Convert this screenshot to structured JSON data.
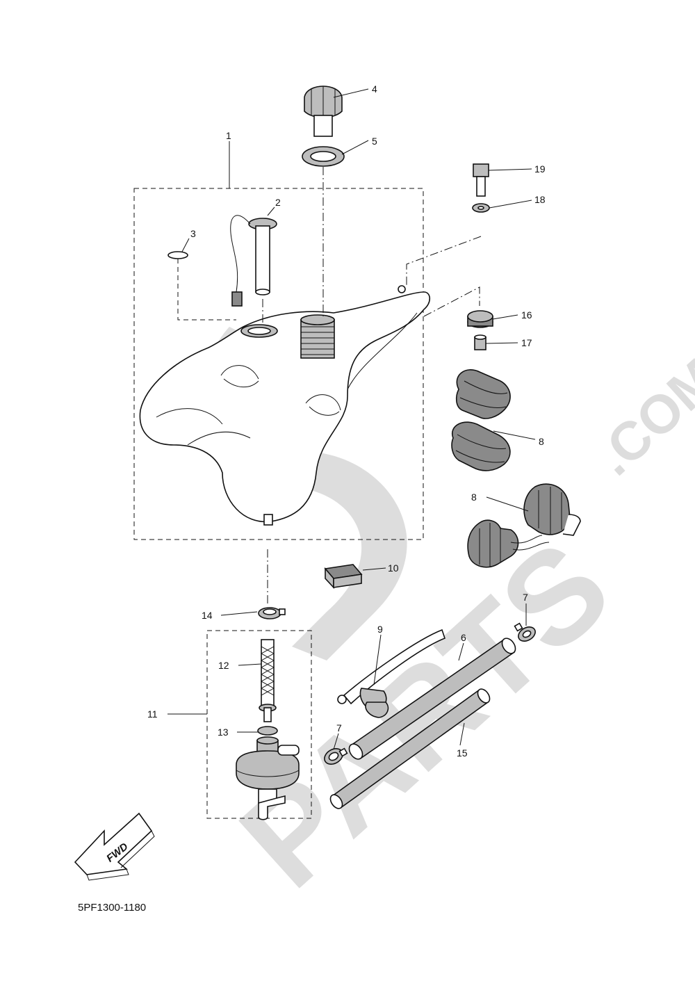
{
  "diagram": {
    "code": "5PF1300-1180",
    "direction_label": "FWD",
    "watermark": {
      "main": "PARTS",
      "suffix": ".COM"
    },
    "callouts": [
      {
        "id": "c1",
        "label": "1"
      },
      {
        "id": "c2",
        "label": "2"
      },
      {
        "id": "c3",
        "label": "3"
      },
      {
        "id": "c4",
        "label": "4"
      },
      {
        "id": "c5",
        "label": "5"
      },
      {
        "id": "c6",
        "label": "6"
      },
      {
        "id": "c7a",
        "label": "7"
      },
      {
        "id": "c7b",
        "label": "7"
      },
      {
        "id": "c8a",
        "label": "8"
      },
      {
        "id": "c8b",
        "label": "8"
      },
      {
        "id": "c9",
        "label": "9"
      },
      {
        "id": "c10",
        "label": "10"
      },
      {
        "id": "c11",
        "label": "11"
      },
      {
        "id": "c12",
        "label": "12"
      },
      {
        "id": "c13",
        "label": "13"
      },
      {
        "id": "c14",
        "label": "14"
      },
      {
        "id": "c15",
        "label": "15"
      },
      {
        "id": "c16",
        "label": "16"
      },
      {
        "id": "c17",
        "label": "17"
      },
      {
        "id": "c18",
        "label": "18"
      },
      {
        "id": "c19",
        "label": "19"
      }
    ]
  }
}
